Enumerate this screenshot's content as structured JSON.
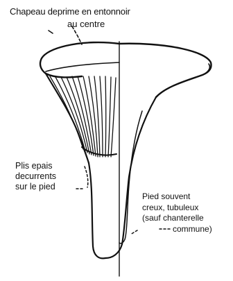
{
  "labels": {
    "cap_line1": "Chapeau deprime en entonnoir",
    "cap_line2": "au centre",
    "plis": [
      "Plis epais",
      "decurrents",
      "sur le pied"
    ],
    "pied": [
      "Pied souvent",
      "creux, tubuleux",
      "(sauf chanterelle",
      "commune)"
    ]
  },
  "colors": {
    "ink": "#111111",
    "paper": "#ffffff"
  }
}
